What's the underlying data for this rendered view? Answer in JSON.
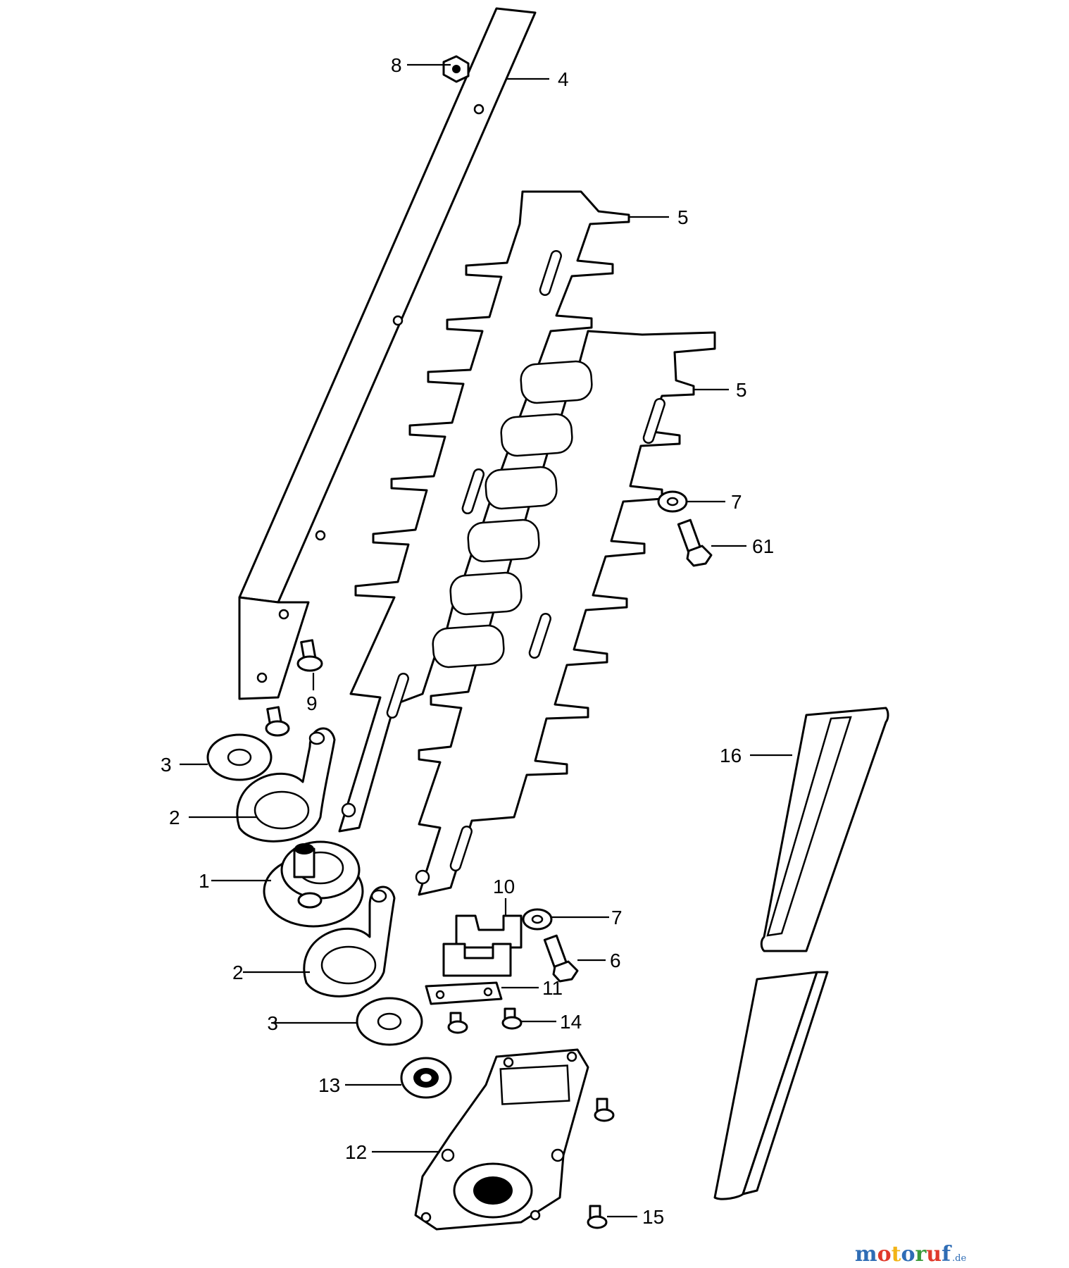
{
  "callouts": [
    {
      "id": "c8",
      "label": "8"
    },
    {
      "id": "c4",
      "label": "4"
    },
    {
      "id": "c5a",
      "label": "5"
    },
    {
      "id": "c5b",
      "label": "5"
    },
    {
      "id": "c7a",
      "label": "7"
    },
    {
      "id": "c61",
      "label": "61"
    },
    {
      "id": "c9",
      "label": "9"
    },
    {
      "id": "c3a",
      "label": "3"
    },
    {
      "id": "c2a",
      "label": "2"
    },
    {
      "id": "c1",
      "label": "1"
    },
    {
      "id": "c10",
      "label": "10"
    },
    {
      "id": "c7b",
      "label": "7"
    },
    {
      "id": "c6",
      "label": "6"
    },
    {
      "id": "c2b",
      "label": "2"
    },
    {
      "id": "c11",
      "label": "11"
    },
    {
      "id": "c3b",
      "label": "3"
    },
    {
      "id": "c14",
      "label": "14"
    },
    {
      "id": "c16",
      "label": "16"
    },
    {
      "id": "c13",
      "label": "13"
    },
    {
      "id": "c12",
      "label": "12"
    },
    {
      "id": "c15",
      "label": "15"
    }
  ],
  "watermark": {
    "letters": [
      "m",
      "o",
      "t",
      "o",
      "r",
      "u",
      "f"
    ],
    "colors": [
      "#2f6db5",
      "#e0392b",
      "#f2b316",
      "#2f6db5",
      "#3a9a3a",
      "#e0392b",
      "#2f6db5"
    ],
    "suffix": ".de"
  }
}
